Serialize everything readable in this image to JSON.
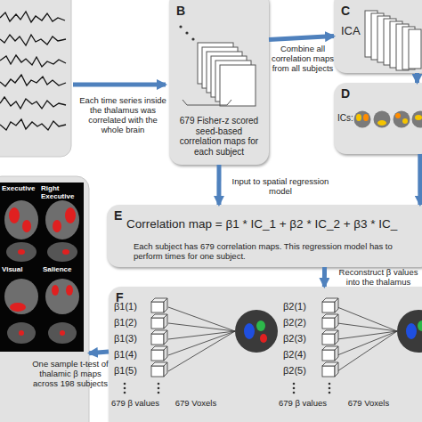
{
  "diagram": {
    "nodes": [
      {
        "text": [
          "B",
          "679 Fisher-z scored seed-based correlation maps for each subject"
        ]
      },
      {
        "text": [
          "C",
          "ICA"
        ]
      },
      {
        "text": [
          "D",
          "ICs:"
        ]
      },
      {
        "text": [
          "E",
          "Correlation map = β1 * IC_1 + β2 * IC_2 + β3 * IC_",
          "Each subject has 679 correlation maps. This regression model has to perform times for one subject."
        ]
      },
      {
        "text": [
          "F"
        ]
      },
      {
        "text": [
          "Executive",
          "Right Executive",
          "Visual",
          "Salience"
        ]
      }
    ],
    "edges": [
      {
        "from": 0,
        "to": 1,
        "arrow": "to",
        "label": "Combine all correlation maps from all subjects"
      },
      {
        "from": 1,
        "to": 2,
        "arrow": "to"
      },
      {
        "from": 2,
        "to": 3,
        "arrow": "to"
      },
      {
        "from": 0,
        "to": 3,
        "arrow": "to",
        "label": "Input to spatial regression model"
      },
      {
        "from": 3,
        "to": 4,
        "arrow": "to",
        "label": "Reconstruct β values into the thalamus"
      },
      {
        "from": 4,
        "to": 5,
        "arrow": "to",
        "label": "One sample t-test of thalamic β maps across 198 subjects"
      }
    ],
    "labels": [
      "Each time series inside the thalamus was correlated with the whole brain",
      "β1(1)",
      "β1(2)",
      "β1(3)",
      "β1(4)",
      "β1(5)",
      "679 β values",
      "679 Voxels",
      "β2(1)",
      "β2(2)",
      "β2(3)",
      "β2(4)",
      "β2(5)",
      "679 β values",
      "679 Voxels"
    ]
  }
}
